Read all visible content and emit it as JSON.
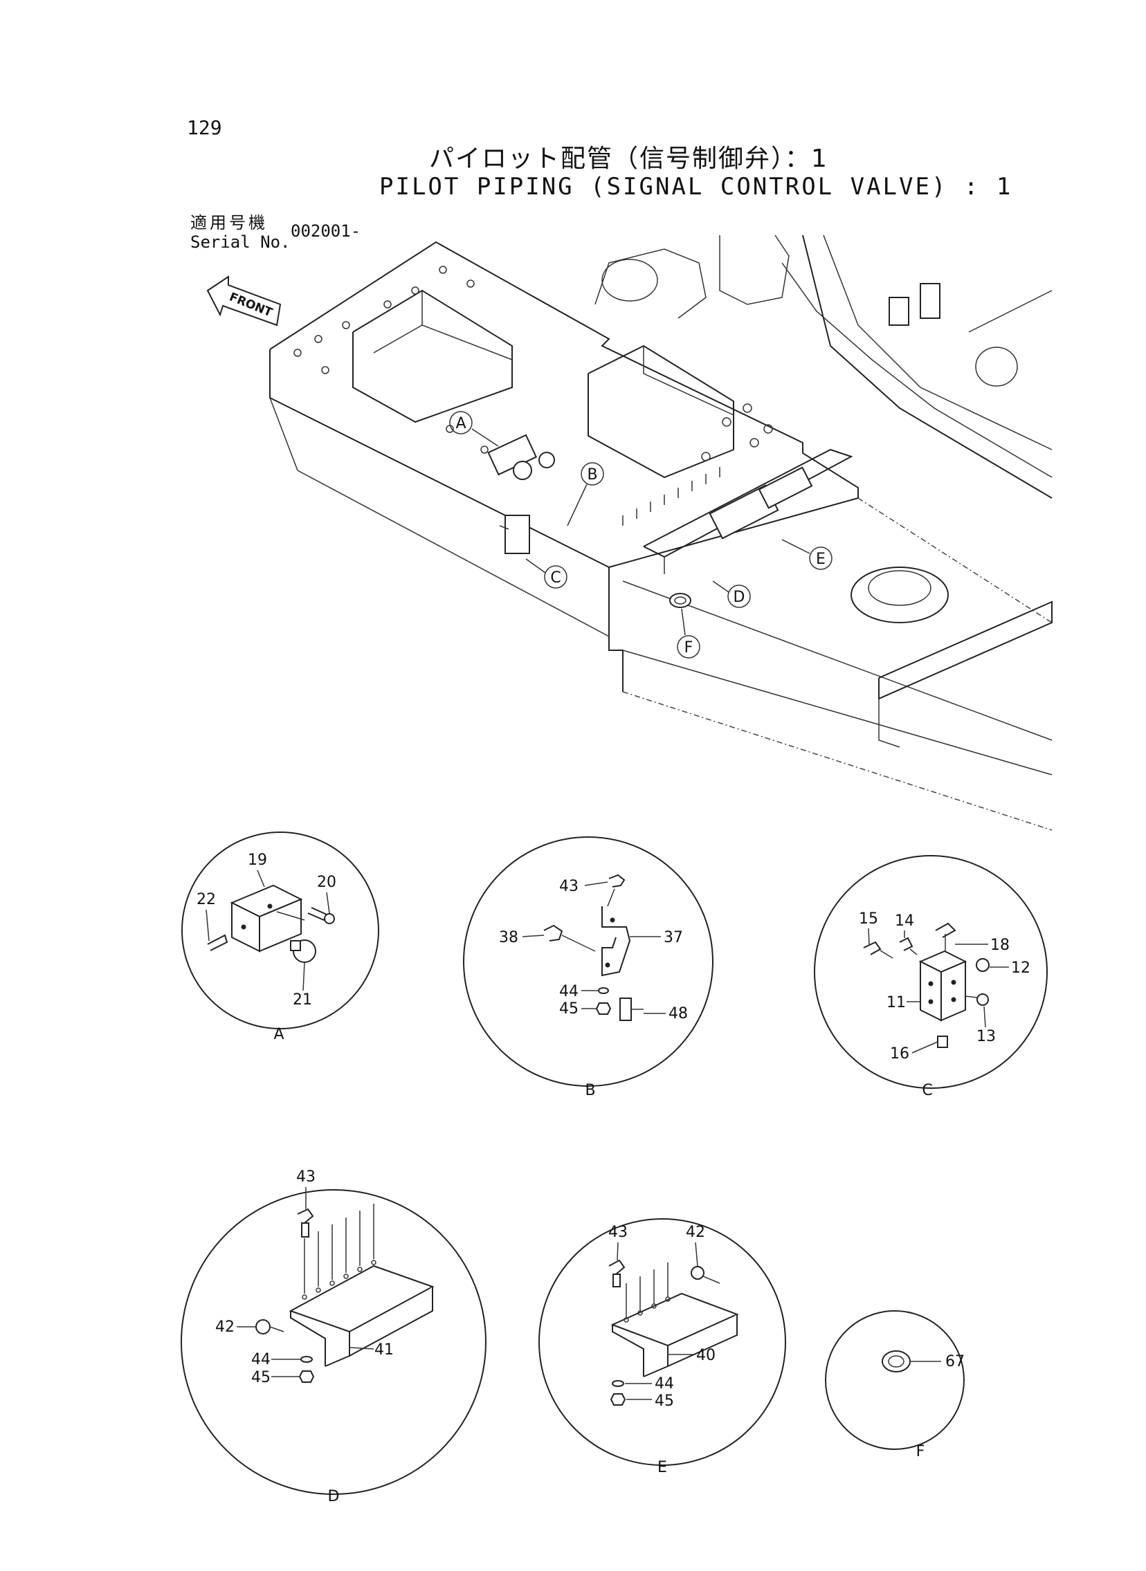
{
  "page": {
    "number": "129",
    "title_jp": "パイロット配管（信号制御弁）：1",
    "title_en": "PILOT PIPING (SIGNAL CONTROL VALVE) : 1",
    "serial_label_jp": "適用号機",
    "serial_label_en": "Serial No.",
    "serial_value": "002001-"
  },
  "front_arrow": {
    "label": "FRONT"
  },
  "callouts": [
    "A",
    "B",
    "C",
    "D",
    "E",
    "F"
  ],
  "details": {
    "A": {
      "label": "A",
      "parts": [
        "19",
        "20",
        "21",
        "22"
      ]
    },
    "B": {
      "label": "B",
      "parts": [
        "43",
        "38",
        "37",
        "44",
        "45",
        "48"
      ]
    },
    "C": {
      "label": "C",
      "parts": [
        "15",
        "14",
        "18",
        "12",
        "11",
        "13",
        "16"
      ]
    },
    "D": {
      "label": "D",
      "parts": [
        "43",
        "42",
        "41",
        "44",
        "45"
      ]
    },
    "E": {
      "label": "E",
      "parts": [
        "43",
        "42",
        "40",
        "44",
        "45"
      ]
    },
    "F": {
      "label": "F",
      "parts": [
        "67"
      ]
    }
  }
}
